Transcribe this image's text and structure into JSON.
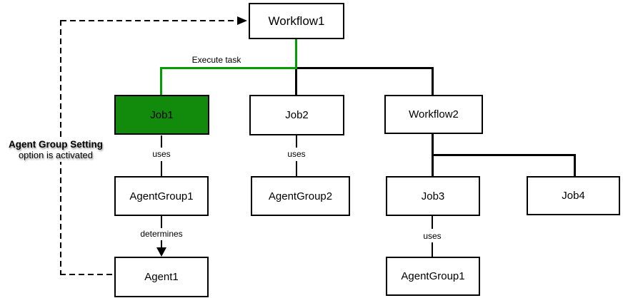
{
  "diagram": {
    "nodes": {
      "workflow1": "Workflow1",
      "job1": "Job1",
      "job2": "Job2",
      "workflow2": "Workflow2",
      "agentgroup1": "AgentGroup1",
      "agentgroup2": "AgentGroup2",
      "job3": "Job3",
      "job4": "Job4",
      "agent1": "Agent1",
      "agentgroup1_bottom": "AgentGroup1"
    },
    "edge_labels": {
      "execute_task": "Execute task",
      "job1_uses": "uses",
      "job2_uses": "uses",
      "job3_uses": "uses",
      "determines": "determines"
    },
    "annotation": {
      "line1": "Agent Group Setting",
      "line2": "option is activated"
    },
    "colors": {
      "highlight_fill": "#128A0C",
      "highlight_line": "#009E00",
      "line": "#000000",
      "background": "#FFFFFF",
      "text": "#000000"
    }
  }
}
